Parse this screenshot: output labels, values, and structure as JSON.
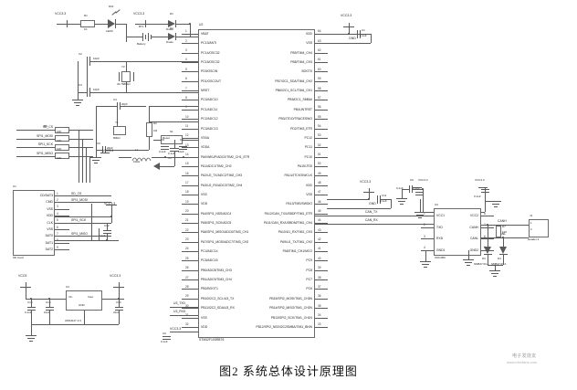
{
  "figure": {
    "caption": "图2   系统总体设计原理图",
    "watermark_top": "电子发烧友",
    "watermark_bottom": "www.elecfans.com"
  },
  "nets": {
    "vcc33": "VCC3.3",
    "vcc5": "VCC5",
    "gnd": "GND",
    "sd_cs": "SD_CS",
    "spi1_mosi": "SPI1_MOSI",
    "spi1_sck": "SPI1_SCK",
    "spi1_miso": "SPI1_MISO",
    "can_tx": "CAN_TX",
    "can_rx": "CAN_RX",
    "canh": "CANH",
    "canl": "CANL",
    "u3_tx": "U3_TXD",
    "u3_rx": "U3_RXD"
  },
  "mcu": {
    "ref": "U2",
    "part": "STM32F103RBT6",
    "left_pins": [
      {
        "num": "1",
        "name": "VBAT"
      },
      {
        "num": "2",
        "name": "PC13/ANTI"
      },
      {
        "num": "3",
        "name": "PC14/OSC32"
      },
      {
        "num": "4",
        "name": "PC15/OSC32"
      },
      {
        "num": "5",
        "name": "PD0/OSCIN"
      },
      {
        "num": "6",
        "name": "PD1/OSCOUT"
      },
      {
        "num": "7",
        "name": "NRST"
      },
      {
        "num": "8",
        "name": "PC0/ADC10"
      },
      {
        "num": "9",
        "name": "PC1/ADC11"
      },
      {
        "num": "10",
        "name": "PC2/ADC12"
      },
      {
        "num": "11",
        "name": "PC3/ADC13"
      },
      {
        "num": "12",
        "name": "VSSA"
      },
      {
        "num": "13",
        "name": "VDDA"
      },
      {
        "num": "14",
        "name": "PA0/WKUP/ADC0/TIM2_CH1_ETR"
      },
      {
        "num": "15",
        "name": "PA1/ADC1/TIM2_CH2"
      },
      {
        "num": "16",
        "name": "PA2/U2_TX/ADC2/TIM2_CH3"
      },
      {
        "num": "17",
        "name": "PA3/U2_RX/ADC3/TIM2_CH4"
      },
      {
        "num": "18",
        "name": "VSS"
      },
      {
        "num": "19",
        "name": "VDD"
      },
      {
        "num": "20",
        "name": "PA4/SPI1_NSS/ADC4"
      },
      {
        "num": "21",
        "name": "PA5/SPI1_SCK/ADC5"
      },
      {
        "num": "22",
        "name": "PA6/SPI1_MISO/ADC6/TIM3_CH1"
      },
      {
        "num": "23",
        "name": "PA7/SPI1_MOSI/ADC7/TIM3_CH2"
      },
      {
        "num": "24",
        "name": "PC4/ADC14"
      },
      {
        "num": "25",
        "name": "PC5/ADC15"
      },
      {
        "num": "26",
        "name": "PB0/ADC8/TIM3_CH3"
      },
      {
        "num": "27",
        "name": "PB1/ADC9/TIM3_CH4"
      },
      {
        "num": "28",
        "name": "PB2/BOOT1"
      },
      {
        "num": "29",
        "name": "PB10/I2C2_SCL/U3_TX"
      },
      {
        "num": "30",
        "name": "PB11/I2C2_SDA/U3_RX"
      },
      {
        "num": "31",
        "name": "VSS"
      },
      {
        "num": "32",
        "name": "VDD"
      }
    ],
    "right_pins": [
      {
        "num": "64",
        "name": "VDD"
      },
      {
        "num": "63",
        "name": "VSS"
      },
      {
        "num": "62",
        "name": "PB9/TIM4_CH4"
      },
      {
        "num": "61",
        "name": "PB8/TIM4_CH3"
      },
      {
        "num": "60",
        "name": "BOOT0"
      },
      {
        "num": "59",
        "name": "PB7/I2C1_SDA/TIM4_CH2"
      },
      {
        "num": "58",
        "name": "PB6/I2C1_SCL/TIM4_CH1"
      },
      {
        "num": "57",
        "name": "PB5/I2C1_SMBAI"
      },
      {
        "num": "56",
        "name": "PB4/JNTRST"
      },
      {
        "num": "55",
        "name": "PB3/JTDO/TRACESWO"
      },
      {
        "num": "54",
        "name": "PD2/TIM3_ETR"
      },
      {
        "num": "53",
        "name": "PC12"
      },
      {
        "num": "52",
        "name": "PC11"
      },
      {
        "num": "51",
        "name": "PC10"
      },
      {
        "num": "50",
        "name": "PA15/JTDI"
      },
      {
        "num": "49",
        "name": "PA14/JTCK/SWCLK"
      },
      {
        "num": "48",
        "name": "VDD"
      },
      {
        "num": "47",
        "name": "VSS"
      },
      {
        "num": "46",
        "name": "PA13/TMS/SWDIO"
      },
      {
        "num": "45",
        "name": "PA12/CAN_TX/USBDP/TIM1_ETR"
      },
      {
        "num": "44",
        "name": "PA11/CAN_RX/USBDM/TIM1_CH4"
      },
      {
        "num": "43",
        "name": "PA10/U1_RX/TIM1_CH3"
      },
      {
        "num": "42",
        "name": "PA9/U1_TX/TIM1_CH2"
      },
      {
        "num": "41",
        "name": "PA8/TIM1_CH1/MCO"
      },
      {
        "num": "40",
        "name": "PC9"
      },
      {
        "num": "39",
        "name": "PC8"
      },
      {
        "num": "38",
        "name": "PC7"
      },
      {
        "num": "37",
        "name": "PC6"
      },
      {
        "num": "36",
        "name": "PB15/SPI2_MOSI/TIM1_CH3N"
      },
      {
        "num": "35",
        "name": "PB14/SPI2_MISO/TIM1_CH2N"
      },
      {
        "num": "34",
        "name": "PB13/SPI2_SCK/TIM1_CH1N"
      },
      {
        "num": "33",
        "name": "PB12/SPI2_NSS/I2C2SMBA/TIM1_BKIN"
      }
    ]
  },
  "sdcard": {
    "ref": "U1",
    "part": "SD Card",
    "pins": [
      {
        "num": "1",
        "name": "CD/DAT3",
        "net": "SD_CS"
      },
      {
        "num": "2",
        "name": "CMD",
        "net": "SPI1_MOSI"
      },
      {
        "num": "3",
        "name": "VSS",
        "net": ""
      },
      {
        "num": "4",
        "name": "VDD",
        "net": ""
      },
      {
        "num": "5",
        "name": "CLK",
        "net": "SPI1_SCK"
      },
      {
        "num": "6",
        "name": "VSS",
        "net": ""
      },
      {
        "num": "7",
        "name": "DAT0",
        "net": "SPI1_MISO"
      },
      {
        "num": "8",
        "name": "DAT1",
        "net": ""
      },
      {
        "num": "9",
        "name": "DAT2",
        "net": ""
      }
    ],
    "decap": {
      "ref": "C12",
      "value": "0.1uF"
    }
  },
  "pullups": {
    "ref": "R3",
    "values": [
      "10K",
      "10K",
      "10K",
      "10K"
    ],
    "nets": [
      "SD_CS",
      "SPI1_MOSI",
      "SPI1_SCK",
      "SPI1_MISO"
    ]
  },
  "regulator": {
    "ref": "U4",
    "part": "AMS1117-3.3",
    "pin_in": "Vin",
    "pin_out": "Vout",
    "pin_gnd": "GND",
    "vin_net": "VCC5",
    "vout_net": "VCC3.3",
    "caps": [
      {
        "ref": "C10",
        "value": "0.1uF"
      },
      {
        "ref": "C14",
        "value": "10uF"
      },
      {
        "ref": "C13",
        "value": "22uF"
      }
    ]
  },
  "led_branch": {
    "resistor": {
      "ref": "R1",
      "value": "1K"
    },
    "led": {
      "ref": "D01",
      "part": "LED0"
    },
    "supply": "VCC3.3"
  },
  "battery_branch": {
    "supply": "VCC3.3",
    "battery": {
      "ref": "BT1",
      "part": "Battery"
    },
    "diodes": [
      {
        "ref": "D1",
        "part": "Diode"
      },
      {
        "ref": "D2",
        "part": "Diode"
      }
    ]
  },
  "lse_crystal": {
    "ref": "Y2",
    "value": "32.768KHz",
    "caps": [
      {
        "ref": "C2",
        "value": "10pF"
      },
      {
        "ref": "C3",
        "value": "10pF"
      }
    ]
  },
  "hse_crystal": {
    "ref": "Y1",
    "value": "8MHz",
    "caps": [
      {
        "ref": "C4",
        "value": "20pF"
      },
      {
        "ref": "C5",
        "value": "20pF"
      }
    ],
    "resistor": {
      "ref": "R2",
      "value": "1M"
    }
  },
  "reset_circuit": {
    "switch": {
      "ref": "S1",
      "label": "Reset"
    },
    "cap": {
      "ref": "C6",
      "value": "0.1uF"
    }
  },
  "analog_filter": {
    "inductor": {
      "ref": "L1",
      "value": "10uH"
    },
    "caps": [
      {
        "ref": "C8",
        "value": "0.1uF"
      },
      {
        "ref": "C7",
        "value": "10uF"
      }
    ],
    "supply": "VCC3.3"
  },
  "mcu_decaps": [
    {
      "ref": "C1",
      "value": "0.1uF",
      "net": "VCC3.3"
    },
    {
      "ref": "C9",
      "value": "0.1uF",
      "net": "VCC3.3"
    },
    {
      "ref": "C11",
      "value": "0.1uF",
      "net": "VCC3.3"
    }
  ],
  "can": {
    "ref": "U3",
    "part": "ISO1050",
    "left_pins": [
      {
        "num": "1",
        "name": "VCC1"
      },
      {
        "num": "2",
        "name": "TXD"
      },
      {
        "num": "3",
        "name": "RXD"
      },
      {
        "num": "4",
        "name": "GND1"
      }
    ],
    "right_pins": [
      {
        "num": "8",
        "name": "VCC2"
      },
      {
        "num": "7",
        "name": "CANH"
      },
      {
        "num": "6",
        "name": "CANL"
      },
      {
        "num": "5",
        "name": "GND2"
      }
    ],
    "decap_in": {
      "ref": "C9",
      "value": "0.1uF",
      "net": "VCC3.3"
    },
    "decap_out": {
      "ref": "C11",
      "value": "0.1uF",
      "net": "VCC3.3"
    },
    "term_resistor": {
      "ref": "R7",
      "value": "120"
    },
    "tvs": [
      {
        "ref": "D3",
        "part": "SMBJ7.0CA"
      },
      {
        "ref": "D4",
        "part": "SMBJ7.0CA"
      }
    ],
    "connector": {
      "ref": "J1",
      "part": "Header 2",
      "pins": [
        "1",
        "2"
      ]
    }
  }
}
